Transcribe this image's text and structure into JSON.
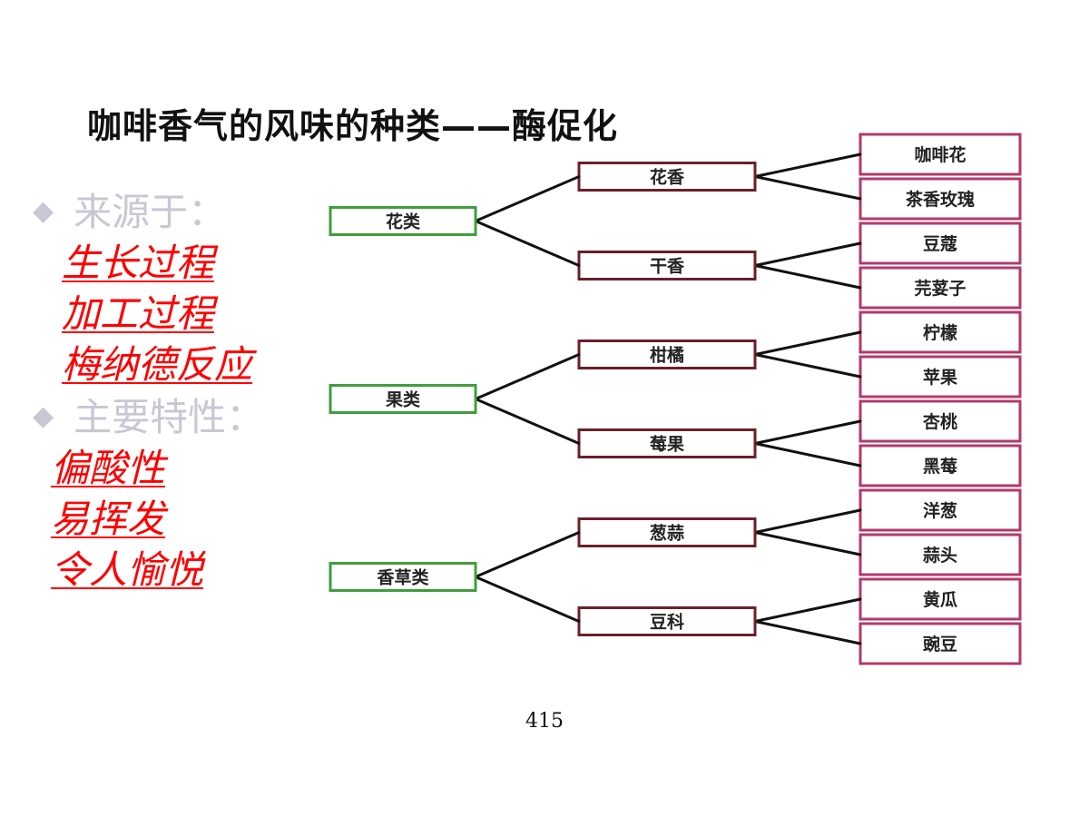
{
  "title": "咖啡香气的风味的种类——酶促化",
  "sources": {
    "heading": "来源于：",
    "items": [
      "生长过程",
      "加工过程",
      "梅纳德反应"
    ]
  },
  "features": {
    "heading": "主要特性：",
    "items": [
      "偏酸性",
      "易挥发",
      "令人愉悦"
    ]
  },
  "tree": [
    {
      "category": "花类",
      "subs": [
        {
          "name": "花香",
          "leaves": [
            "咖啡花",
            "茶香玫瑰"
          ]
        },
        {
          "name": "干香",
          "leaves": [
            "豆蔻",
            "芫荽子"
          ]
        }
      ]
    },
    {
      "category": "果类",
      "subs": [
        {
          "name": "柑橘",
          "leaves": [
            "柠檬",
            "苹果"
          ]
        },
        {
          "name": "莓果",
          "leaves": [
            "杏桃",
            "黑莓"
          ]
        }
      ]
    },
    {
      "category": "香草类",
      "subs": [
        {
          "name": "葱蒜",
          "leaves": [
            "洋葱",
            "蒜头"
          ]
        },
        {
          "name": "豆科",
          "leaves": [
            "黄瓜",
            "豌豆"
          ]
        }
      ]
    }
  ],
  "colors": {
    "category_border": "#3f9e3c",
    "sub_border": "#6b1f2a",
    "leaf_border": "#b23a6b",
    "accent_red": "#ff0000"
  },
  "page_number": "415"
}
